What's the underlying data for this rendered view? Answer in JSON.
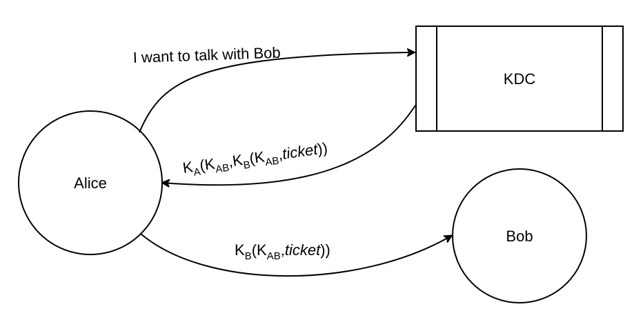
{
  "nodes": {
    "kdc": {
      "label": "KDC"
    },
    "alice": {
      "label": "Alice"
    },
    "bob": {
      "label": "Bob"
    }
  },
  "edges": {
    "request": {
      "text": "I want to talk with Bob"
    },
    "reply": {
      "k1": "K",
      "k1_sub": "A",
      "p1": "(",
      "k2": "K",
      "k2_sub": "AB",
      "comma1": ",",
      "k3": "K",
      "k3_sub": "B",
      "p2": "(",
      "k4": "K",
      "k4_sub": "AB",
      "comma2": ",",
      "ticket": "ticket",
      "close": "))"
    },
    "forward": {
      "k1": "K",
      "k1_sub": "B",
      "p1": "(",
      "k2": "K",
      "k2_sub": "AB",
      "comma": ",",
      "ticket": "ticket",
      "close": "))"
    }
  },
  "colors": {
    "stroke": "#000000",
    "fill": "#ffffff"
  }
}
